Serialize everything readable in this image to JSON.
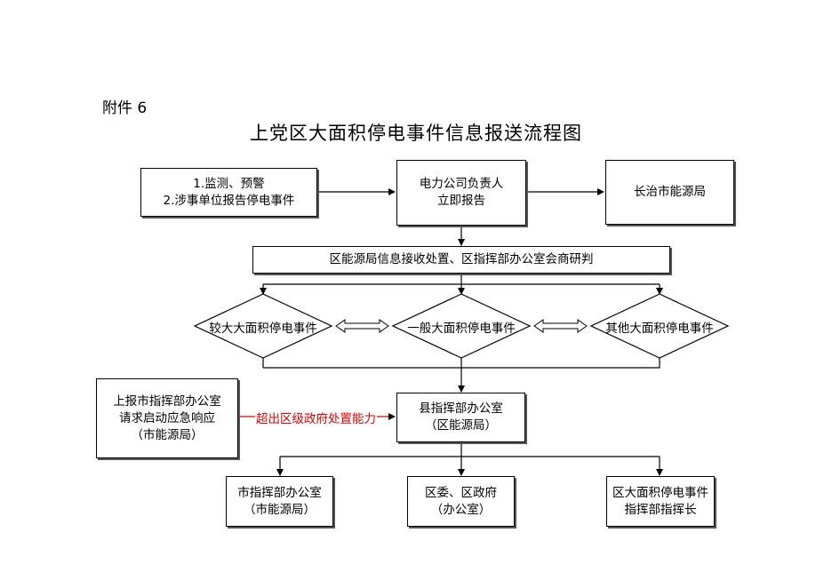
{
  "header": {
    "attachment_label": "附件 6",
    "title": "上党区大面积停电事件信息报送流程图"
  },
  "nodes": {
    "monitor": [
      "1.监测、预警",
      "2.涉事单位报告停电事件"
    ],
    "power_company": [
      "电力公司负责人",
      "立即报告"
    ],
    "city_energy_bureau": [
      "长治市能源局"
    ],
    "research": [
      "区能源局信息接收处置、区指挥部办公室会商研判"
    ],
    "report_city": [
      "上报市指挥部办公室",
      "请求启动应急响应",
      "（市能源局）"
    ],
    "county_office": [
      "县指挥部办公室",
      "（区能源局）"
    ],
    "city_command": [
      "市指挥部办公室",
      "（市能源局）"
    ],
    "district_gov": [
      "区委、区政府",
      "（办公室）"
    ],
    "district_commander": [
      "区大面积停电事件",
      "指挥部指挥长"
    ]
  },
  "decisions": {
    "larger": "较大大面积停电事件",
    "general": "一般大面积停电事件",
    "other": "其他大面积停电事件"
  },
  "edges": {
    "exceed_capacity": "超出区级政府处置能力"
  },
  "colors": {
    "line": "#000000",
    "highlight_text": "#e00000",
    "box_shadow": "#555555"
  }
}
